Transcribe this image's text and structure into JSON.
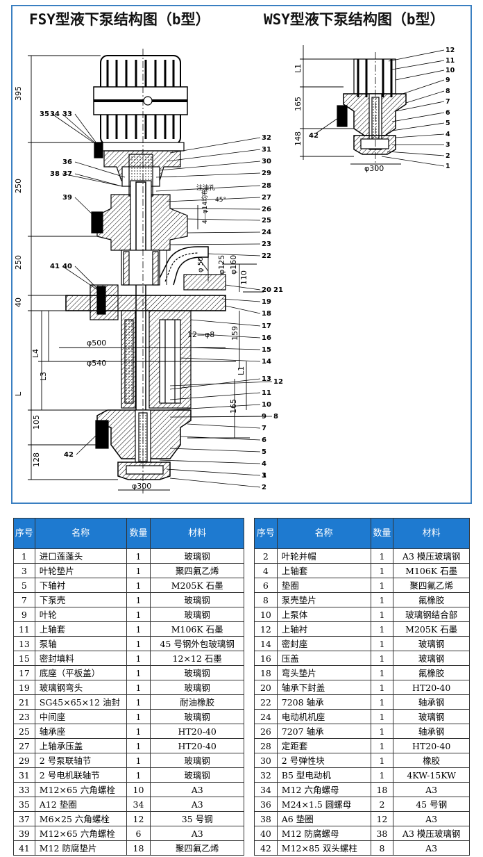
{
  "titles": {
    "left": "FSY型液下泵结构图（b型）",
    "right": "WSY型液下泵结构图（b型）"
  },
  "left_dims": {
    "d395": "395",
    "d250a": "250",
    "d250b": "250",
    "d40": "40",
    "dL": "L",
    "dL4": "L4",
    "dL3": "L3",
    "d105": "105",
    "d128": "128",
    "phi500": "φ500",
    "phi540": "φ540",
    "phi300": "φ300",
    "phi125": "φ125",
    "phi160": "φ160",
    "d110": "110",
    "d159": "159",
    "d12phi8": "12—φ8",
    "d165": "165",
    "dL1": "L1",
    "inlet": "注油孔",
    "holes": "4—φ14均布",
    "angle": "45°",
    "phi50": "φ 50"
  },
  "left_labels": [
    "35",
    "34",
    "33",
    "32",
    "31",
    "36",
    "30",
    "29",
    "38",
    "37",
    "28",
    "27",
    "39",
    "26",
    "25",
    "24",
    "23",
    "22",
    "41",
    "40",
    "20",
    "21",
    "19",
    "18",
    "17",
    "16",
    "15",
    "14",
    "13",
    "12",
    "11",
    "10",
    "9",
    "8",
    "7",
    "6",
    "5",
    "4",
    "3",
    "2",
    "1",
    "42"
  ],
  "right_dims": {
    "L1": "L1",
    "d165": "165",
    "d148": "148",
    "phi300": "φ300",
    "d42": "42"
  },
  "right_labels": [
    "12",
    "11",
    "10",
    "9",
    "8",
    "7",
    "6",
    "5",
    "4",
    "3",
    "2",
    "1"
  ],
  "table": {
    "headers": {
      "no": "序号",
      "name": "名称",
      "qty": "数量",
      "mat": "材料"
    },
    "left_rows": [
      [
        "1",
        "进口莲蓬头",
        "1",
        "玻璃钢"
      ],
      [
        "3",
        "叶轮垫片",
        "1",
        "聚四氟乙烯"
      ],
      [
        "5",
        "下轴衬",
        "1",
        "M205K 石墨"
      ],
      [
        "7",
        "下泵壳",
        "1",
        "玻璃钢"
      ],
      [
        "9",
        "叶轮",
        "1",
        "玻璃钢"
      ],
      [
        "11",
        "上轴套",
        "1",
        "M106K 石墨"
      ],
      [
        "13",
        "泵轴",
        "1",
        "45 号钢外包玻璃钢"
      ],
      [
        "15",
        "密封填料",
        "1",
        "12×12 石墨"
      ],
      [
        "17",
        "底座（平板盖）",
        "1",
        "玻璃钢"
      ],
      [
        "19",
        "玻璃钢弯头",
        "1",
        "玻璃钢"
      ],
      [
        "21",
        "SG45×65×12 油封",
        "1",
        "耐油橡胶"
      ],
      [
        "23",
        "中间座",
        "1",
        "玻璃钢"
      ],
      [
        "25",
        "轴承座",
        "1",
        "HT20-40"
      ],
      [
        "27",
        "上轴承压盖",
        "1",
        "HT20-40"
      ],
      [
        "29",
        "2 号泵联轴节",
        "1",
        "玻璃钢"
      ],
      [
        "31",
        "2 号电机联轴节",
        "1",
        "玻璃钢"
      ],
      [
        "33",
        "M12×65 六角螺栓",
        "10",
        "A3"
      ],
      [
        "35",
        "A12 垫圈",
        "34",
        "A3"
      ],
      [
        "37",
        "M6×25 六角螺栓",
        "12",
        "35 号钢"
      ],
      [
        "39",
        "M12×65 六角螺栓",
        "6",
        "A3"
      ],
      [
        "41",
        "M12 防腐垫片",
        "18",
        "聚四氟乙烯"
      ]
    ],
    "right_rows": [
      [
        "2",
        "叶轮并帽",
        "1",
        "A3 模压玻璃钢"
      ],
      [
        "4",
        "上轴套",
        "1",
        "M106K 石墨"
      ],
      [
        "6",
        "垫圈",
        "1",
        "聚四氟乙烯"
      ],
      [
        "8",
        "泵壳垫片",
        "1",
        "氟橡胶"
      ],
      [
        "10",
        "上泵体",
        "1",
        "玻璃钢结合部"
      ],
      [
        "12",
        "上轴衬",
        "1",
        "M205K 石墨"
      ],
      [
        "14",
        "密封座",
        "1",
        "玻璃钢"
      ],
      [
        "16",
        "压盖",
        "1",
        "玻璃钢"
      ],
      [
        "18",
        "弯头垫片",
        "1",
        "氟橡胶"
      ],
      [
        "20",
        "轴承下封盖",
        "1",
        "HT20-40"
      ],
      [
        "22",
        "7208 轴承",
        "1",
        "轴承钢"
      ],
      [
        "24",
        "电动机机座",
        "1",
        "玻璃钢"
      ],
      [
        "26",
        "7207 轴承",
        "1",
        "轴承钢"
      ],
      [
        "28",
        "定距套",
        "1",
        "HT20-40"
      ],
      [
        "30",
        "2 号弹性块",
        "1",
        "橡胶"
      ],
      [
        "32",
        "B5 型电动机",
        "1",
        "4KW-15KW"
      ],
      [
        "34",
        "M12 六角螺母",
        "18",
        "A3"
      ],
      [
        "36",
        "M24×1.5 圆螺母",
        "2",
        "45 号钢"
      ],
      [
        "38",
        "A6 垫圈",
        "12",
        "A3"
      ],
      [
        "40",
        "M12 防腐螺母",
        "38",
        "A3 模压玻璃钢"
      ],
      [
        "42",
        "M12×85 双头螺柱",
        "8",
        "A3"
      ]
    ]
  }
}
